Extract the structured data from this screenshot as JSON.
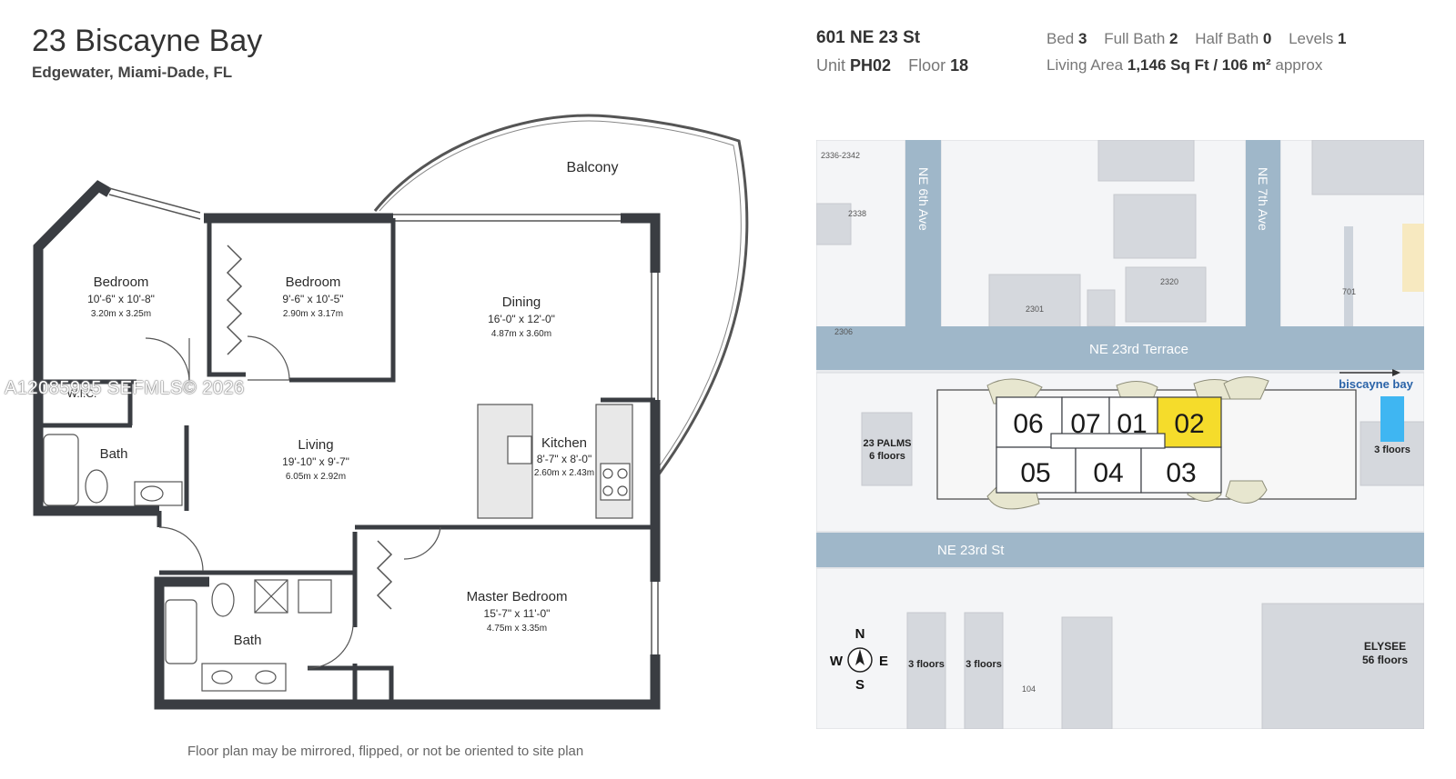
{
  "header": {
    "title": "23 Biscayne Bay",
    "subtitle": "Edgewater, Miami-Dade, FL",
    "address": "601 NE 23 St",
    "unit_label": "Unit",
    "unit_value": "PH02",
    "floor_label": "Floor",
    "floor_value": "18",
    "bed_label": "Bed",
    "bed_value": "3",
    "full_bath_label": "Full Bath",
    "full_bath_value": "2",
    "half_bath_label": "Half Bath",
    "half_bath_value": "0",
    "levels_label": "Levels",
    "levels_value": "1",
    "living_area_label": "Living Area",
    "living_area_value": "1,146 Sq Ft / 106 m²",
    "living_area_suffix": "approx"
  },
  "floorplan": {
    "rooms": {
      "balcony": "Balcony",
      "bedroom1_name": "Bedroom",
      "bedroom1_dim_ft": "10'-6\" x 10'-8\"",
      "bedroom1_dim_m": "3.20m x 3.25m",
      "bedroom2_name": "Bedroom",
      "bedroom2_dim_ft": "9'-6\" x 10'-5\"",
      "bedroom2_dim_m": "2.90m x 3.17m",
      "dining_name": "Dining",
      "dining_dim_ft": "16'-0\" x 12'-0\"",
      "dining_dim_m": "4.87m x 3.60m",
      "wic": "W.I.C.",
      "bath1": "Bath",
      "living_name": "Living",
      "living_dim_ft": "19'-10\" x 9'-7\"",
      "living_dim_m": "6.05m x 2.92m",
      "kitchen_name": "Kitchen",
      "kitchen_dim_ft": "8'-7\" x 8'-0\"",
      "kitchen_dim_m": "2.60m x 2.43m",
      "master_name": "Master Bedroom",
      "master_dim_ft": "15'-7\" x 11'-0\"",
      "master_dim_m": "4.75m x 3.35m",
      "bath2": "Bath"
    },
    "watermark": "A12085995 SEFMLS© 2026",
    "disclaimer": "Floor plan may be mirrored, flipped, or not be oriented to site plan"
  },
  "siteplan": {
    "streets": {
      "ne_6th_ave": "NE 6th Ave",
      "ne_7th_ave": "NE 7th Ave",
      "ne_23rd_terrace": "NE 23rd Terrace",
      "ne_23rd_st": "NE 23rd St"
    },
    "parcels": {
      "p2336": "2336-2342",
      "p2338": "2338",
      "p2320": "2320",
      "p2301": "2301",
      "p2306": "2306",
      "p701": "701",
      "p104": "104"
    },
    "labels": {
      "biscayne_bay": "biscayne bay",
      "palms_name": "23 PALMS",
      "palms_floors": "6 floors",
      "east_floors": "3 floors",
      "south1_floors": "3 floors",
      "south2_floors": "3 floors",
      "elysee_name": "ELYSEE",
      "elysee_floors": "56 floors"
    },
    "units": {
      "u06": "06",
      "u07": "07",
      "u01": "01",
      "u02": "02",
      "u05": "05",
      "u04": "04",
      "u03": "03"
    },
    "highlighted_unit": "02",
    "highlight_color": "#f5dc2b",
    "compass": {
      "n": "N",
      "s": "S",
      "w": "W",
      "e": "E"
    }
  }
}
